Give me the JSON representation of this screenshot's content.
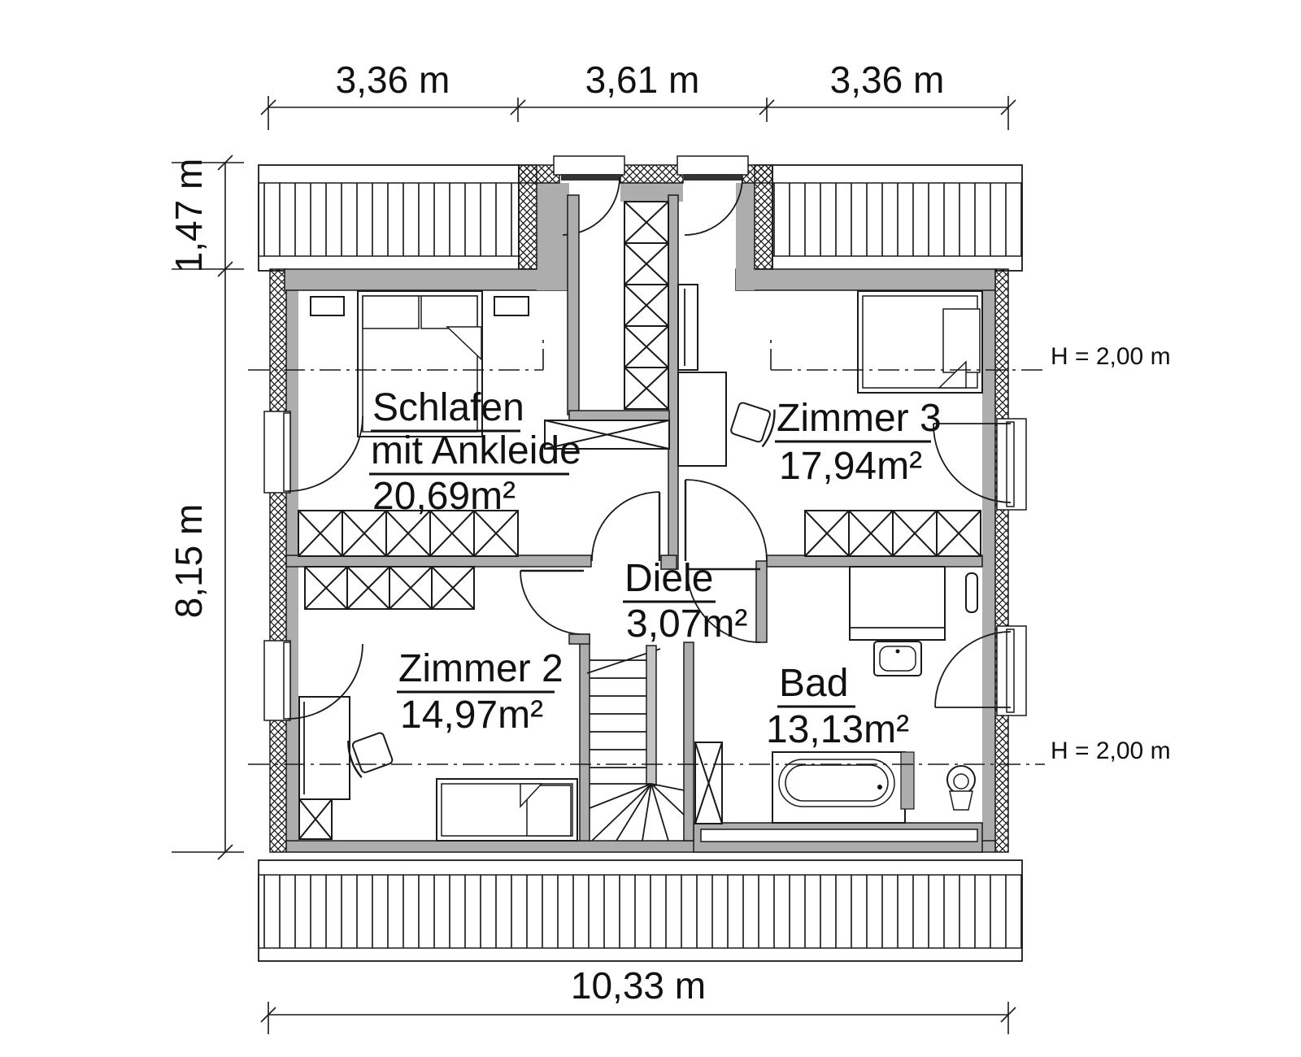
{
  "plan_title": "attic-floor-plan",
  "dimensions": {
    "top": [
      "3,36 m",
      "3,61 m",
      "3,36 m"
    ],
    "left": [
      "1,47 m",
      "8,15 m"
    ],
    "bottom": "10,33 m"
  },
  "height_labels": {
    "upper": "H = 2,00 m",
    "lower": "H = 2,00 m"
  },
  "rooms": [
    {
      "name": "Schlafen",
      "name2": "mit Ankleide",
      "area": "20,69m²"
    },
    {
      "name": "Zimmer 3",
      "area": "17,94m²"
    },
    {
      "name": "Diele",
      "area": "3,07m²"
    },
    {
      "name": "Zimmer 2",
      "area": "14,97m²"
    },
    {
      "name": "Bad",
      "area": "13,13m²"
    }
  ],
  "colors": {
    "wall": "#adadad",
    "line": "#1a1a1a",
    "background": "#ffffff",
    "rail": "#c4c4c4"
  }
}
